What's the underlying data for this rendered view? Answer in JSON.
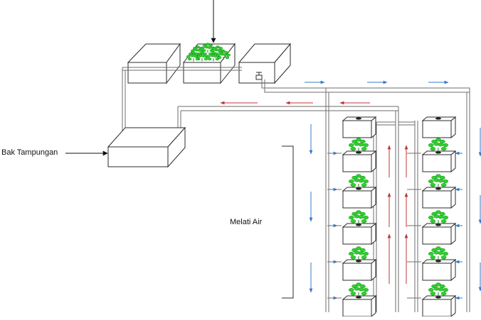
{
  "labels": {
    "reservoir": "Bak Tampungan",
    "plant": "Melati Air"
  },
  "colors": {
    "outline": "#2b2b2b",
    "pipe": "#6d6d6d",
    "flow_supply": "#3a79c4",
    "flow_return": "#c03535",
    "leaf": "#2fd02f",
    "leaf_dark": "#148a14"
  },
  "layout": {
    "tower_columns": 2,
    "pots_per_tower": 5
  }
}
